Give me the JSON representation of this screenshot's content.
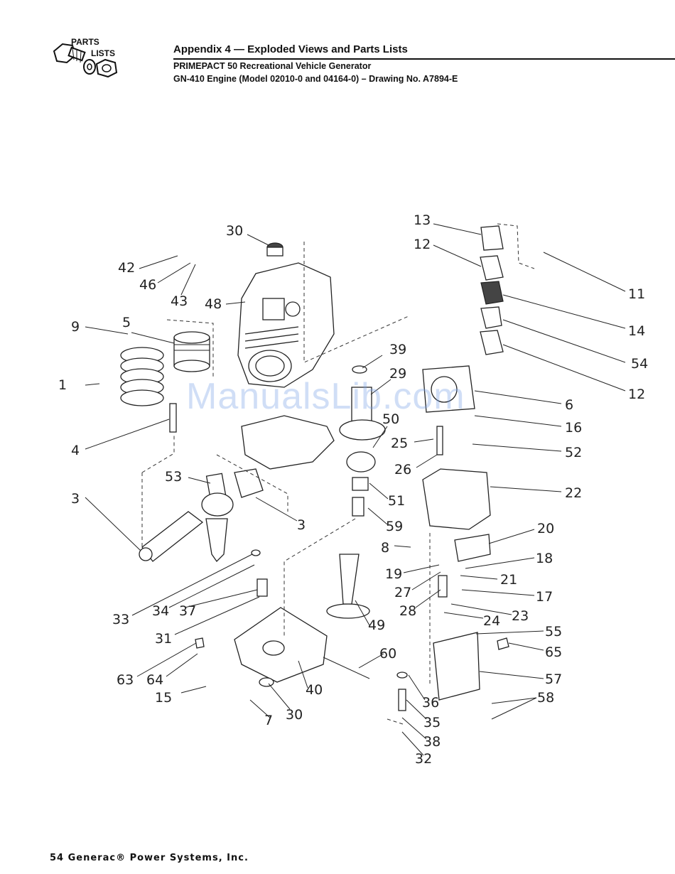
{
  "logo": {
    "line1": "PARTS",
    "line2": "LISTS",
    "icon": "bolt-washer-nut-icon"
  },
  "header": {
    "title": "Appendix 4 — Exploded Views and Parts Lists",
    "subtitle1": "PRIMEPACT 50 Recreational Vehicle Generator",
    "subtitle2": "GN-410 Engine (Model 02010-0 and 04164-0) – Drawing No. A7894-E"
  },
  "watermark": "ManualsLib.com",
  "footer": "54 Generac® Power Systems, Inc.",
  "callouts": [
    "1",
    "3",
    "3",
    "4",
    "5",
    "6",
    "7",
    "8",
    "9",
    "11",
    "12",
    "12",
    "13",
    "14",
    "15",
    "16",
    "17",
    "18",
    "19",
    "20",
    "21",
    "22",
    "23",
    "24",
    "25",
    "26",
    "27",
    "28",
    "29",
    "30",
    "30",
    "31",
    "32",
    "33",
    "34",
    "35",
    "36",
    "37",
    "38",
    "39",
    "40",
    "42",
    "43",
    "46",
    "48",
    "49",
    "50",
    "51",
    "52",
    "53",
    "54",
    "55",
    "57",
    "58",
    "59",
    "60",
    "63",
    "64",
    "65"
  ]
}
